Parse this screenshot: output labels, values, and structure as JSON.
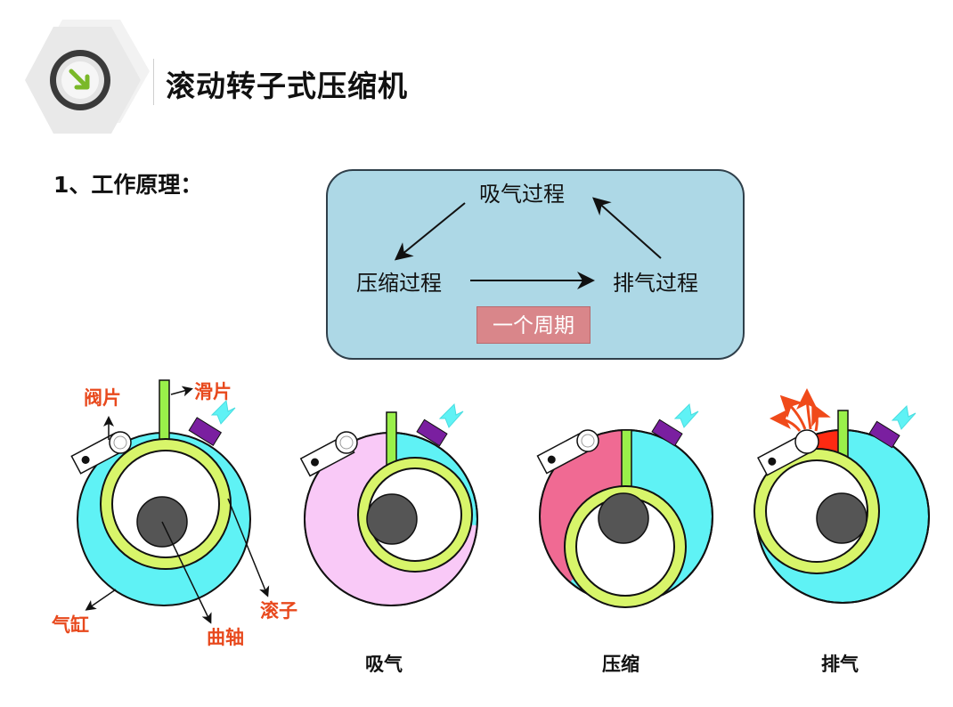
{
  "header": {
    "title": "滚动转子式压缩机",
    "badge_icon": "arrow-down-right-icon"
  },
  "section": {
    "heading": "1、工作原理："
  },
  "cycle": {
    "intake": "吸气过程",
    "compression": "压缩过程",
    "exhaust": "排气过程",
    "period": "一个周期"
  },
  "parts": {
    "valve": "阀片",
    "slide": "滑片",
    "cylinder": "气缸",
    "crankshaft": "曲轴",
    "roller": "滚子"
  },
  "stages": {
    "intake": "吸气",
    "compression": "压缩",
    "exhaust": "排气"
  },
  "colors": {
    "cylinder": "#5ff2f5",
    "intake_chamber": "#f9c9f7",
    "compression_chamber": "#f06a93",
    "exhaust_chamber": "#ff2a12",
    "roller_ring": "#d8f56a",
    "slide": "#9af04a",
    "crank": "#555555",
    "discharge": "#7a1fa0",
    "label_red": "#e8491d",
    "cycle_box": "#add8e6",
    "period_badge": "#d9868a"
  }
}
